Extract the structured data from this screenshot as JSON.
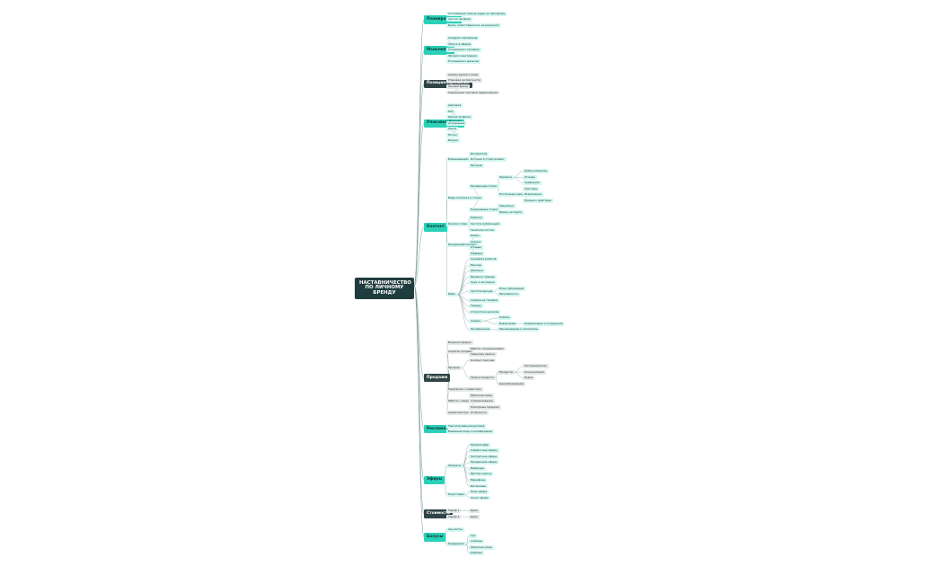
{
  "mindmap": {
    "root": "НАСТАВНИЧЕСТВО ПО ЛИЧНОМУ БРЕНДУ",
    "branches": [
      {
        "label": "Планирование",
        "color": "teal",
        "children": [
          {
            "label": "Составление планов задач на программу"
          },
          {
            "label": "Чистка профиля"
          },
          {
            "label": "Брать ответственность на результат"
          }
        ]
      },
      {
        "label": "Мышление",
        "color": "teal",
        "children": [
          {
            "label": "Синдром самозванца"
          },
          {
            "label": "Запуск в эфирах"
          },
          {
            "label": "Отношение к продаже"
          },
          {
            "label": "Эмоции и выгорание"
          },
          {
            "label": "Отношение к деньгам"
          }
        ]
      },
      {
        "label": "Позиционирование",
        "color": "dark",
        "children": [
          {
            "label": "Анализ рынка и ниши"
          },
          {
            "label": "Упаковка экспертности"
          },
          {
            "label": "Личный бренд"
          },
          {
            "label": "Уникальное торговое предложение"
          }
        ]
      },
      {
        "label": "Упаковка блога",
        "color": "teal",
        "children": [
          {
            "label": "Аватарка"
          },
          {
            "label": "Ник"
          },
          {
            "label": "Шапка профиля"
          },
          {
            "label": "Актуальные"
          },
          {
            "label": "Лента"
          },
          {
            "label": "Посты"
          },
          {
            "label": "Визуал"
          }
        ]
      },
      {
        "label": "Контент",
        "color": "teal",
        "children": [
          {
            "label": "Вовлекающий контент",
            "children": [
              {
                "label": "Интерактив"
              },
              {
                "label": "Истории и сторителлинг"
              },
              {
                "label": "Прогрев"
              }
            ]
          },
          {
            "label": "Виды контента в сторис",
            "children": [
              {
                "label": "Продающие сторис",
                "children": [
                  {
                    "label": "Форматы",
                    "children": [
                      {
                        "label": "Кейсы клиентов"
                      },
                      {
                        "label": "Отзывы"
                      },
                      {
                        "label": "Сравнения"
                      }
                    ]
                  },
                  {
                    "label": "Построение воронки",
                    "children": [
                      {
                        "label": "Триггеры"
                      },
                      {
                        "label": "Возражения"
                      },
                      {
                        "label": "Призыв к действию"
                      }
                    ]
                  }
                ]
              },
              {
                "label": "Ежедневные сторис",
                "children": [
                  {
                    "label": "Закулисье"
                  },
                  {
                    "label": "Жизнь эксперта"
                  }
                ]
              }
            ]
          },
          {
            "label": "Контент-план",
            "children": [
              {
                "label": "Рубрики"
              },
              {
                "label": "Частота публикаций"
              },
              {
                "label": "Тематика постов"
              }
            ]
          },
          {
            "label": "Продающий контент",
            "children": [
              {
                "label": "Кейсы"
              },
              {
                "label": "Анонсы"
              },
              {
                "label": "Отзывы"
              },
              {
                "label": "Офферы"
              }
            ]
          },
          {
            "label": "Reels",
            "children": [
              {
                "label": "Сценарии роликов"
              },
              {
                "label": "Монтаж"
              },
              {
                "label": "Обложки"
              },
              {
                "label": "Музыка и тренды"
              },
              {
                "label": "Хуки и заголовки"
              },
              {
                "label": "Частота выхода",
                "children": [
                  {
                    "label": "План публикаций"
                  },
                  {
                    "label": "Регулярность"
                  }
                ]
              },
              {
                "label": "Съёмка на телефон"
              },
              {
                "label": "Тренды"
              },
              {
                "label": "Статистика роликов"
              },
              {
                "label": "Анализ",
                "children": [
                  {
                    "label": "Охваты"
                  },
                  {
                    "label": "Вовлечение",
                    "children": [
                      {
                        "label": "Комментарии и сохранения"
                      }
                    ]
                  }
                ]
              },
              {
                "label": "Продвижение",
                "children": [
                  {
                    "label": "Рекомендации и алгоритмы"
                  }
                ]
              }
            ]
          }
        ]
      },
      {
        "label": "Продажи",
        "color": "dark",
        "children": [
          {
            "label": "Воронка продаж"
          },
          {
            "label": "Скрипты продаж",
            "children": [
              {
                "label": "Работа с возражениями"
              },
              {
                "label": "Закрытие сделки"
              }
            ]
          },
          {
            "label": "Прогрев",
            "children": [
              {
                "label": "Контент-прогрев"
              },
              {
                "label": "Запуск продукта",
                "children": [
                  {
                    "label": "Продукты",
                    "children": [
                      {
                        "label": "Наставничество"
                      },
                      {
                        "label": "Консультация"
                      },
                      {
                        "label": "Курсы"
                      }
                    ]
                  },
                  {
                    "label": "Ценообразование"
                  }
                ]
              }
            ]
          },
          {
            "label": "Переписки с клиентами"
          },
          {
            "label": "Работа с клиентами",
            "children": [
              {
                "label": "Обратная связь"
              },
              {
                "label": "Сопровождение"
              },
              {
                "label": "Повторные продажи"
              }
            ]
          },
          {
            "label": "Аналитика продаж",
            "children": [
              {
                "label": "Отчётность"
              }
            ]
          }
        ]
      },
      {
        "label": "Реклама",
        "color": "teal",
        "children": [
          {
            "label": "Таргетированная реклама"
          },
          {
            "label": "Взаимный пиар и коллаборации"
          }
        ]
      },
      {
        "label": "Эфиры",
        "color": "teal",
        "children": [
          {
            "label": "Форматы",
            "children": [
              {
                "label": "Прямой эфир"
              },
              {
                "label": "Совместные эфиры"
              },
              {
                "label": "Экспертные эфиры"
              },
              {
                "label": "Продающие эфиры"
              },
              {
                "label": "Вебинары"
              },
              {
                "label": "Мастер-классы"
              },
              {
                "label": "Марафоны"
              },
              {
                "label": "Интенсивы"
              }
            ]
          },
          {
            "label": "Подготовка",
            "children": [
              {
                "label": "План эфира"
              },
              {
                "label": "Анонс эфира"
              }
            ]
          }
        ]
      },
      {
        "label": "Стоимость",
        "color": "dark",
        "children": [
          {
            "label": "Тариф 1",
            "children": [
              {
                "label": "Цена"
              }
            ]
          },
          {
            "label": "Тариф 2",
            "children": [
              {
                "label": "Цена"
              }
            ]
          }
        ]
      },
      {
        "label": "Бонусы",
        "color": "teal",
        "children": [
          {
            "label": "Чек-листы"
          },
          {
            "label": "Поддержка",
            "children": [
              {
                "label": "Чат"
              },
              {
                "label": "Созвоны"
              },
              {
                "label": "Обратная связь"
              },
              {
                "label": "Разборы"
              }
            ]
          }
        ]
      }
    ]
  }
}
